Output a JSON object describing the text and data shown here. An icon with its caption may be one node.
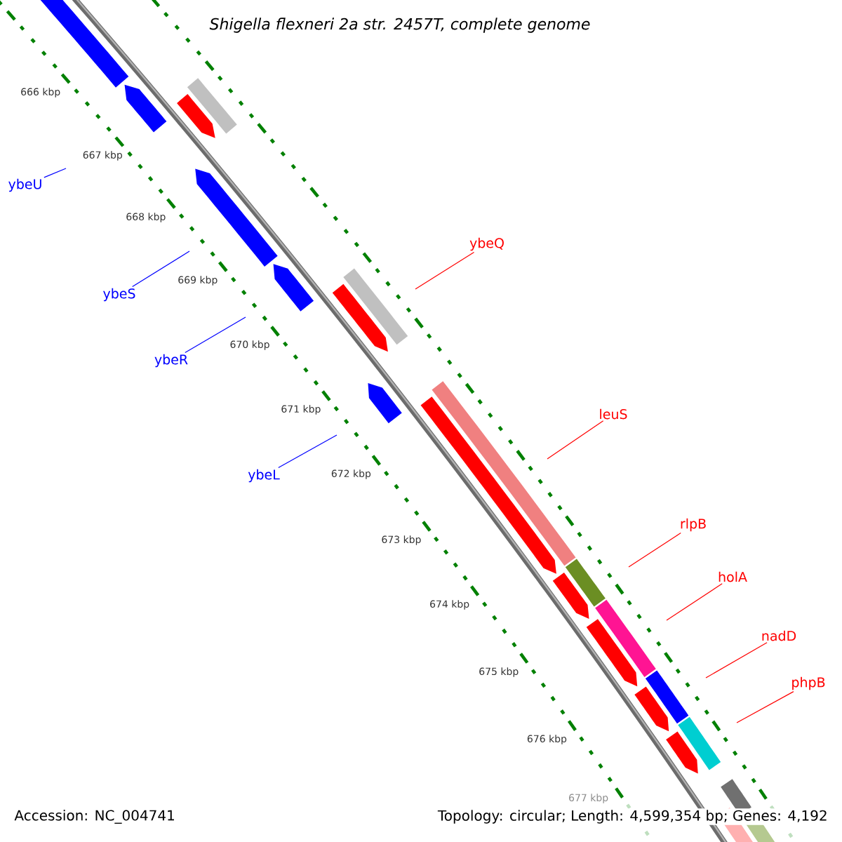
{
  "diagram": {
    "title": "Shigella flexneri 2a str. 2457T, complete genome",
    "nodes": [
      {
        "text": [
          "ybeU"
        ]
      },
      {
        "text": [
          "ybeS"
        ]
      },
      {
        "text": [
          "ybeR"
        ]
      },
      {
        "text": [
          "ybeL"
        ]
      },
      {
        "text": [
          "ybeQ"
        ]
      },
      {
        "text": [
          "leuS"
        ]
      },
      {
        "text": [
          "rlpB"
        ]
      },
      {
        "text": [
          "holA"
        ]
      },
      {
        "text": [
          "nadD"
        ]
      },
      {
        "text": [
          "phpB"
        ]
      }
    ],
    "edges": [
      {
        "from": 0,
        "to": null,
        "arrow": "none",
        "color": "#0000ff"
      },
      {
        "from": 1,
        "to": null,
        "arrow": "none",
        "color": "#0000ff"
      },
      {
        "from": 2,
        "to": null,
        "arrow": "none",
        "color": "#0000ff"
      },
      {
        "from": 3,
        "to": null,
        "arrow": "none",
        "color": "#0000ff"
      },
      {
        "from": 4,
        "to": null,
        "arrow": "none"
      },
      {
        "from": 5,
        "to": null,
        "arrow": "none"
      },
      {
        "from": 6,
        "to": null,
        "arrow": "none"
      },
      {
        "from": 7,
        "to": null,
        "arrow": "none"
      },
      {
        "from": 8,
        "to": null,
        "arrow": "none"
      },
      {
        "from": 9,
        "to": null,
        "arrow": "none"
      }
    ],
    "labels": [
      "666 kbp",
      "667 kbp",
      "668 kbp",
      "669 kbp",
      "670 kbp",
      "671 kbp",
      "672 kbp",
      "673 kbp",
      "674 kbp",
      "675 kbp",
      "676 kbp",
      "677 kbp",
      "Accession: NC_004741",
      "Topology: circular; Length: 4,599,354 bp; Genes: 4,192"
    ]
  }
}
